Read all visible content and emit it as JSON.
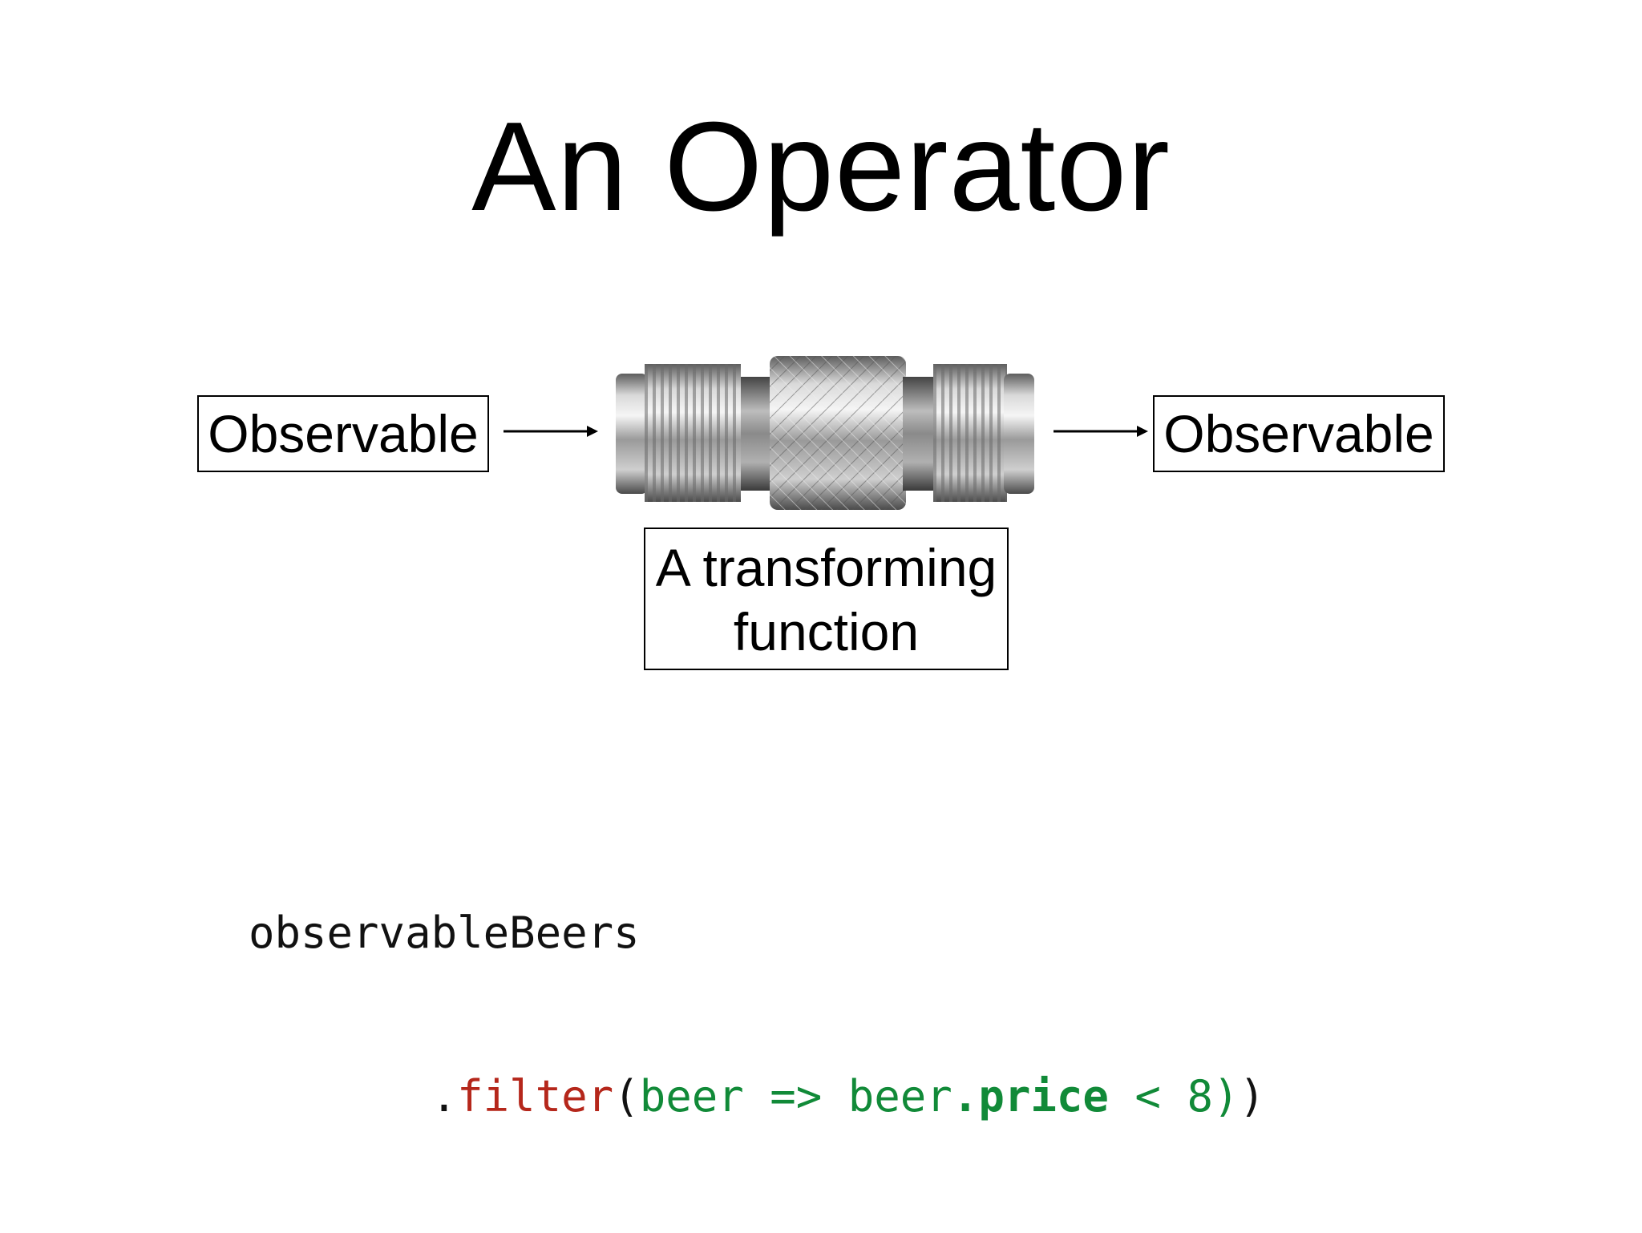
{
  "slide": {
    "title": "An Operator",
    "input_box": "Observable",
    "output_box": "Observable",
    "function_box": [
      "A transforming",
      "function"
    ],
    "connector_image": "rf-connector-adapter"
  },
  "code": {
    "line1": "observableBeers",
    "indent": "       ",
    "dot": ".",
    "method": "filter",
    "open_paren": "(",
    "param": "beer => beer",
    "prop_dot": ".",
    "prop": "price",
    "compare": " < 8",
    "close_inner": ")",
    "close_outer": ")"
  },
  "colors": {
    "method": "#b5271b",
    "lambda": "#118a38",
    "text": "#111111"
  }
}
